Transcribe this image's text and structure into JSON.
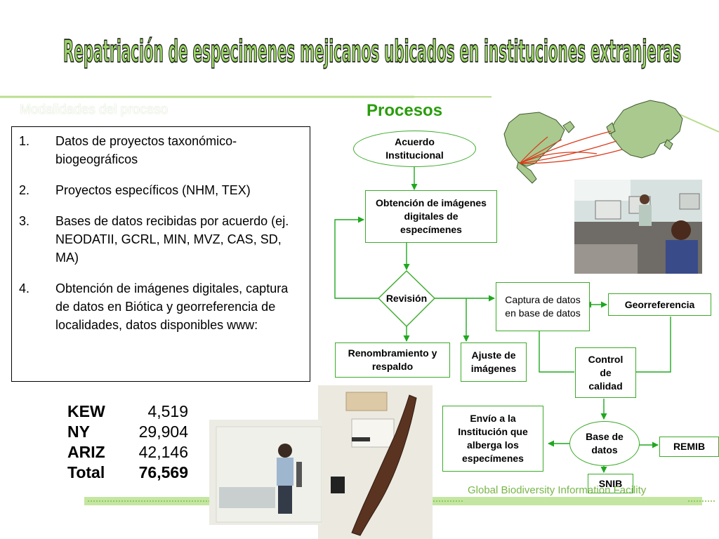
{
  "title": "Repatriación de especimenes mejicanos ubicados en instituciones extranjeras",
  "subtitle": "Modalidades del proceso",
  "list_items": [
    {
      "num": "1.",
      "text": "Datos de proyectos taxonómico-biogeográficos"
    },
    {
      "num": "2.",
      "text": "Proyectos específicos (NHM, TEX)"
    },
    {
      "num": "3.",
      "text": "Bases de datos recibidas por acuerdo (ej. NEODATII, GCRL, MIN, MVZ, CAS, SD, MA)"
    },
    {
      "num": "4.",
      "text": "Obtención de imágenes digitales, captura de datos en Biótica y georreferencia de localidades, datos disponibles www:"
    }
  ],
  "stats": [
    {
      "label": "KEW",
      "value": "4,519"
    },
    {
      "label": "NY",
      "value": "29,904"
    },
    {
      "label": "ARIZ",
      "value": "42,146"
    },
    {
      "label": "Total",
      "value": "76,569"
    }
  ],
  "flow": {
    "title": "Procesos",
    "acuerdo": "Acuerdo Institucional",
    "obtencion": "Obtención de imágenes digitales de especímenes",
    "revision": "Revisión",
    "captura": "Captura  de datos en base de datos",
    "georreferencia": "Georreferencia",
    "renombramiento": "Renombramiento y  respaldo",
    "ajuste": "Ajuste de imágenes",
    "control": "Control de calidad",
    "envio": "Envío a la Institución que alberga los especímenes",
    "base": "Base de datos",
    "remib": "REMIB",
    "snib": "SNIB"
  },
  "footer": "Global Biodiversity Information Facility",
  "colors": {
    "accent_green": "#2a9d0c",
    "box_border": "#3caa2a",
    "arrow": "#1fa81f",
    "title_fill": "#9bd566",
    "deco_line": "#b9dd8e"
  }
}
